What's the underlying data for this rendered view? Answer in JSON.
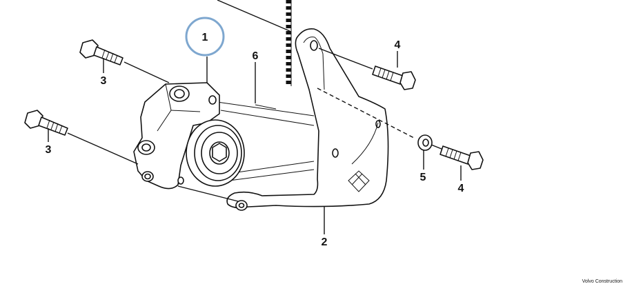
{
  "callouts": {
    "c1": "1",
    "c2": "2",
    "c3a": "3",
    "c3b": "3",
    "c4a": "4",
    "c4b": "4",
    "c5": "5",
    "c6": "6"
  },
  "footer": "Volvo Construction",
  "colors": {
    "highlight_circle": "#7ea7cf",
    "line": "#111111"
  }
}
